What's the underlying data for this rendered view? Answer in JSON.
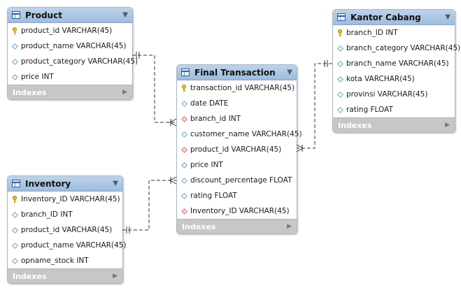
{
  "tables": {
    "product": {
      "title": "Product",
      "columns": [
        {
          "name": "product_id VARCHAR(45)",
          "kind": "pk"
        },
        {
          "name": "product_name VARCHAR(45)",
          "kind": "col"
        },
        {
          "name": "product_category VARCHAR(45)",
          "kind": "col"
        },
        {
          "name": "price INT",
          "kind": "col"
        }
      ],
      "indexes": "Indexes"
    },
    "inventory": {
      "title": "Inventory",
      "columns": [
        {
          "name": "Inventory_ID VARCHAR(45)",
          "kind": "pk"
        },
        {
          "name": "branch_ID INT",
          "kind": "col"
        },
        {
          "name": "product_id VARCHAR(45)",
          "kind": "col"
        },
        {
          "name": "product_name VARCHAR(45)",
          "kind": "col"
        },
        {
          "name": "opname_stock INT",
          "kind": "col"
        }
      ],
      "indexes": "Indexes"
    },
    "final_transaction": {
      "title": "Final Transaction",
      "columns": [
        {
          "name": "transaction_id VARCHAR(45)",
          "kind": "pk"
        },
        {
          "name": "date DATE",
          "kind": "col"
        },
        {
          "name": "branch_id INT",
          "kind": "fk"
        },
        {
          "name": "customer_name VARCHAR(45)",
          "kind": "col"
        },
        {
          "name": "product_id VARCHAR(45)",
          "kind": "fk"
        },
        {
          "name": "price INT",
          "kind": "col"
        },
        {
          "name": "discount_percentage FLOAT",
          "kind": "col"
        },
        {
          "name": "rating FLOAT",
          "kind": "col"
        },
        {
          "name": "Inventory_ID VARCHAR(45)",
          "kind": "fk"
        }
      ],
      "indexes": "Indexes"
    },
    "kantor_cabang": {
      "title": "Kantor Cabang",
      "columns": [
        {
          "name": "branch_ID INT",
          "kind": "pk"
        },
        {
          "name": "branch_category VARCHAR(45)",
          "kind": "col"
        },
        {
          "name": "branch_name VARCHAR(45)",
          "kind": "col"
        },
        {
          "name": "kota VARCHAR(45)",
          "kind": "col"
        },
        {
          "name": "provinsi VARCHAR(45)",
          "kind": "col"
        },
        {
          "name": "rating FLOAT",
          "kind": "col"
        }
      ],
      "indexes": "Indexes"
    }
  },
  "colors": {
    "header": "#a8c4e2",
    "indexes_bar": "#c7c7c7",
    "key_icon": "#e8c020",
    "column_icon": "#5fa8b8",
    "fk_icon": "#c87070",
    "connector": "#333333"
  }
}
